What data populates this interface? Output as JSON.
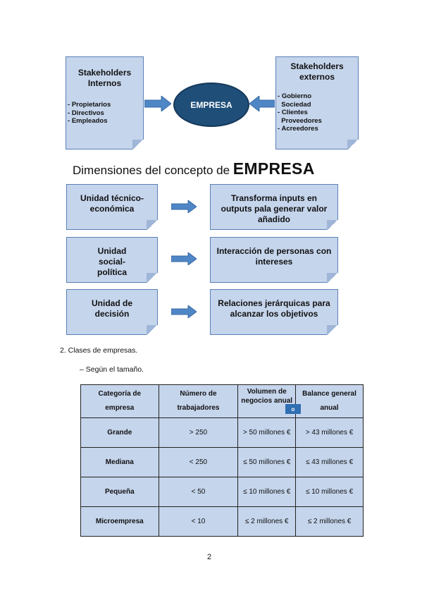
{
  "stakeholders": {
    "internal": {
      "title": "Stakeholders Internos",
      "items": [
        "Propietarios",
        "Directivos",
        "Empleados"
      ]
    },
    "center": "EMPRESA",
    "external": {
      "title": "Stakeholders externos",
      "items": [
        "Gobierno",
        "Sociedad",
        "Clientes",
        "Proveedores",
        "Acreedores"
      ]
    }
  },
  "dimensions": {
    "title_prefix": "Dimensiones del concepto de",
    "title_main": "EMPRESA",
    "rows": [
      {
        "left": "Unidad técnico-económica",
        "right": "Transforma inputs en outputs pala generar valor añadido"
      },
      {
        "left": "Unidad social-política",
        "right": "Interacción de personas con intereses"
      },
      {
        "left": "Unidad de decisión",
        "right": "Relaciones jerárquicas para alcanzar los objetivos"
      }
    ]
  },
  "section": {
    "heading": "2. Clases de empresas.",
    "subheading": "– Según el tamaño."
  },
  "table": {
    "headers": [
      "Categoría de empresa",
      "Número de trabajadores",
      "Volumen de negocios anual",
      "Balance general anual"
    ],
    "badge": "o",
    "rows": [
      [
        "Grande",
        "> 250",
        "> 50 millones €",
        "> 43 millones €"
      ],
      [
        "Mediana",
        "< 250",
        "≤ 50 millones €",
        "≤ 43 millones €"
      ],
      [
        "Pequeña",
        "< 50",
        "≤ 10 millones €",
        "≤ 10 millones €"
      ],
      [
        "Microempresa",
        "< 10",
        "≤ 2 millones €",
        "≤ 2 millones €"
      ]
    ]
  },
  "page_number": "2",
  "colors": {
    "box_fill": "#c5d5ec",
    "box_border": "#5b7fb6",
    "ellipse_fill": "#1f4e79",
    "arrow_fill": "#4f86c6"
  }
}
